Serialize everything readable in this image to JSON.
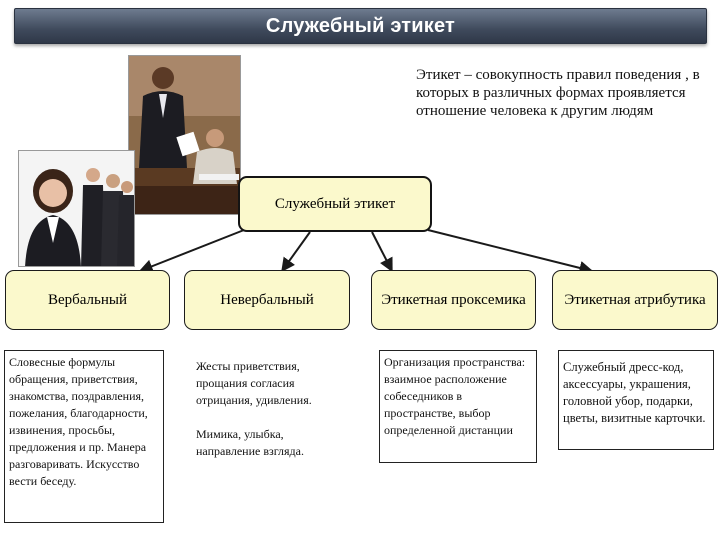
{
  "header": {
    "title": "Служебный этикет"
  },
  "definition": {
    "text": "Этикет – совокупность правил поведения , в которых в различных формах проявляется отношение человека к другим людям"
  },
  "diagram": {
    "root": {
      "label": "Служебный этикет"
    },
    "categories": [
      {
        "label": "Вербальный"
      },
      {
        "label": "Невербальный"
      },
      {
        "label": "Этикетная проксемика"
      },
      {
        "label": "Этикетная атрибутика"
      }
    ],
    "descriptions": [
      {
        "text": "Словесные формулы обращения, приветствия, знакомства, поздравления, пожелания, благодарности, извинения, просьбы, предложения и пр. Манера разговаривать. Искусство вести беседу."
      },
      {
        "text": "Жесты приветствия, прощания согласия отрицания, удивления.",
        "text2": "Мимика, улыбка, направление взгляда."
      },
      {
        "text": "Организация пространства: взаимное расположение собеседников в пространстве, выбор определенной дистанции"
      },
      {
        "text": "Служебный дресс-код, аксессуары, украшения, головной убор, подарки, цветы, визитные карточки."
      }
    ]
  },
  "colors": {
    "node_fill": "#fbf9cc",
    "title_bar": "#3f4a5c",
    "line": "#1a1a1a"
  }
}
